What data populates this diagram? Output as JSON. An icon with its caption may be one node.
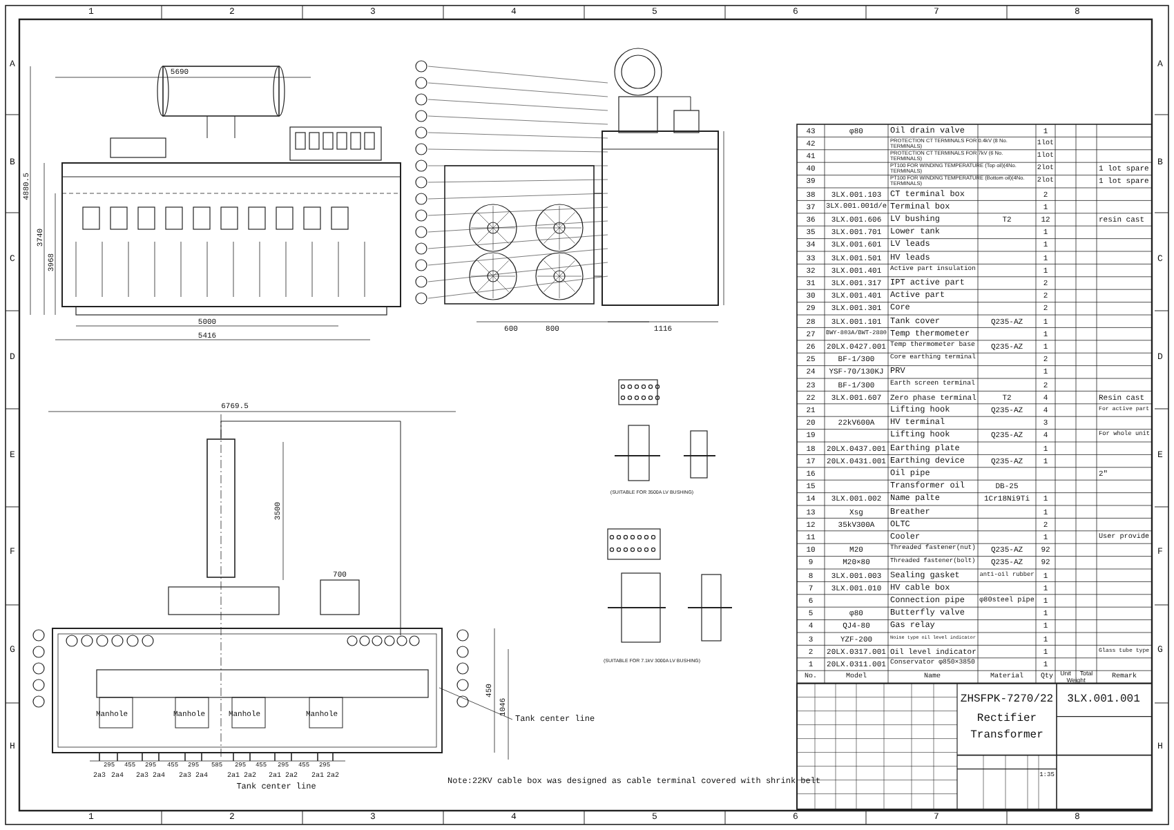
{
  "diagram": {
    "labels": [
      "1",
      "2",
      "3",
      "4",
      "5",
      "6",
      "7",
      "8",
      "A",
      "B",
      "C",
      "D",
      "E",
      "F",
      "G",
      "H",
      "A",
      "B",
      "C",
      "D",
      "E",
      "F",
      "G",
      "H",
      "1",
      "2",
      "3",
      "4",
      "5",
      "6",
      "7",
      "8",
      "5690",
      "4880.5",
      "3740",
      "3968",
      "5000",
      "5416",
      "600",
      "800",
      "1116",
      "6769.5",
      "3500",
      "700",
      "450",
      "1046",
      "Manhole",
      "Manhole",
      "Manhole",
      "Manhole",
      "Tank center line",
      "Tank center line",
      "295",
      "455",
      "295",
      "455",
      "295",
      "585",
      "295",
      "455",
      "295",
      "455",
      "295",
      "2a3",
      "2a4",
      "2a3",
      "2a4",
      "2a3",
      "2a4",
      "2a1",
      "2a2",
      "2a1",
      "2a2",
      "2a1",
      "2a2",
      "(SUITABLE FOR 3500A LV BUSHING)",
      "(SUITABLE FOR 7.1kV 3000A LV BUSHING)",
      "Note:22KV cable box was designed as cable terminal covered with shrink belt",
      "43",
      "φ80",
      "Oil drain valve",
      "1",
      "42",
      "PROTECTION CT TERMINALS FOR 0.4kV (8 No. TERMINALS)",
      "1lot",
      "41",
      "PROTECTION CT TERMINALS FOR 7kV (6 No. TERMINALS)",
      "1lot",
      "40",
      "PT100 FOR WINDING TEMPERATURE (Top oil)(4No. TERMINALS)",
      "2lot",
      "1 lot spare",
      "39",
      "PT100 FOR WINDING TEMPERATURE (Bottom oil)(4No. TERMINALS)",
      "2lot",
      "1 lot spare",
      "38",
      "3LX.001.103",
      "CT terminal box",
      "2",
      "37",
      "3LX.001.001d/e",
      "Terminal box",
      "1",
      "36",
      "3LX.001.606",
      "LV bushing",
      "T2",
      "12",
      "resin cast",
      "35",
      "3LX.001.701",
      "Lower tank",
      "1",
      "34",
      "3LX.001.601",
      "LV leads",
      "1",
      "33",
      "3LX.001.501",
      "HV leads",
      "1",
      "32",
      "3LX.001.401",
      "Active part insulation",
      "1",
      "31",
      "3LX.001.317",
      "IPT active part",
      "2",
      "30",
      "3LX.001.401",
      "Active part",
      "2",
      "29",
      "3LX.001.301",
      "Core",
      "2",
      "28",
      "3LX.001.101",
      "Tank cover",
      "Q235-AZ",
      "1",
      "27",
      "BWY-803A/BWT-2880",
      "Temp thermometer",
      "1",
      "26",
      "20LX.0427.001",
      "Temp thermometer base",
      "Q235-AZ",
      "1",
      "25",
      "BF-1/300",
      "Core earthing terminal",
      "2",
      "24",
      "YSF-70/130KJ",
      "PRV",
      "1",
      "23",
      "BF-1/300",
      "Earth screen terminal",
      "2",
      "22",
      "3LX.001.607",
      "Zero phase terminal",
      "T2",
      "4",
      "Resin cast",
      "21",
      "Lifting hook",
      "Q235-AZ",
      "4",
      "For active part",
      "20",
      "22kV600A",
      "HV terminal",
      "3",
      "19",
      "Lifting hook",
      "Q235-AZ",
      "4",
      "For whole unit",
      "18",
      "20LX.0437.001",
      "Earthing plate",
      "1",
      "17",
      "20LX.0431.001",
      "Earthing device",
      "Q235-AZ",
      "1",
      "16",
      "Oil pipe",
      "2\"",
      "15",
      "Transformer oil",
      "DB-25",
      "14",
      "3LX.001.002",
      "Name palte",
      "1Cr18Ni9Ti",
      "1",
      "13",
      "Xsg",
      "Breather",
      "1",
      "12",
      "35kV300A",
      "OLTC",
      "2",
      "11",
      "Cooler",
      "1",
      "User provide",
      "10",
      "M20",
      "Threaded fastener(nut)",
      "Q235-AZ",
      "92",
      "9",
      "M20×80",
      "Threaded fastener(bolt)",
      "Q235-AZ",
      "92",
      "8",
      "3LX.001.003",
      "Sealing gasket",
      "anti-oil rubber",
      "1",
      "7",
      "3LX.001.010",
      "HV cable box",
      "1",
      "6",
      "Connection pipe",
      "φ80steel pipe",
      "1",
      "5",
      "φ80",
      "Butterfly valve",
      "1",
      "4",
      "QJ4-80",
      "Gas relay",
      "1",
      "3",
      "YZF-200",
      "Noise type oil level indicator",
      "1",
      "2",
      "20LX.0317.001",
      "Oil level indicator",
      "1",
      "Glass tube type",
      "1",
      "20LX.0311.001",
      "Conservator φ850×3850",
      "1",
      "No.",
      "Model",
      "Name",
      "Material",
      "Qty",
      "Unit",
      "Total",
      "Weight",
      "Remark",
      "ZHSFPK-7270/22",
      "Rectifier Transformer",
      "3LX.001.001",
      "1:35"
    ]
  }
}
